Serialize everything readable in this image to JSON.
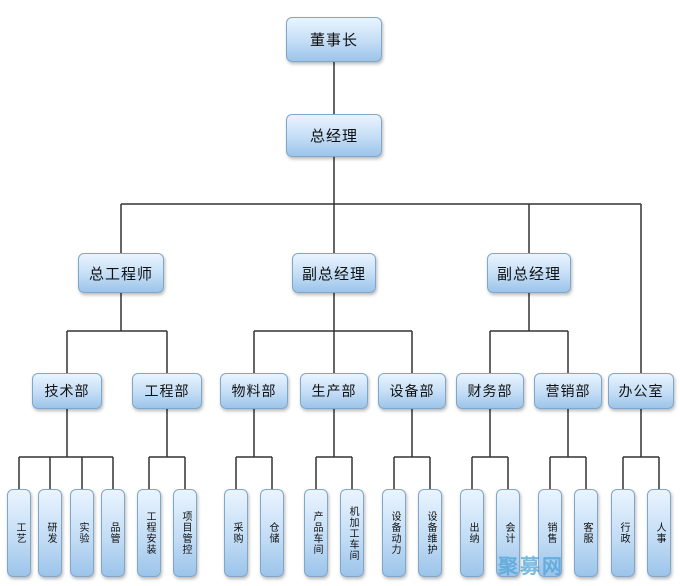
{
  "org": {
    "chairman": "董事长",
    "gm": "总经理",
    "chief_engineer": "总工程师",
    "deputy_gm_1": "副总经理",
    "deputy_gm_2": "副总经理",
    "tech_dept": "技术部",
    "eng_dept": "工程部",
    "materials_dept": "物料部",
    "production_dept": "生产部",
    "equipment_dept": "设备部",
    "finance_dept": "财务部",
    "sales_dept": "营销部",
    "office": "办公室",
    "leaves": {
      "craft": "工艺",
      "rnd": "研发",
      "experiment": "实验",
      "quality": "品管",
      "eng_install": "工程安装",
      "project_control": "项目管控",
      "purchasing": "采购",
      "storage": "仓储",
      "product_workshop": "产品车间",
      "machining_workshop": "机加工车间",
      "equipment_power": "设备动力",
      "equipment_maintenance": "设备维护",
      "cashier": "出纳",
      "accounting": "会计",
      "sales": "销售",
      "customer_service": "客服",
      "administration": "行政",
      "hr": "人事"
    }
  },
  "watermark": "聚募网"
}
